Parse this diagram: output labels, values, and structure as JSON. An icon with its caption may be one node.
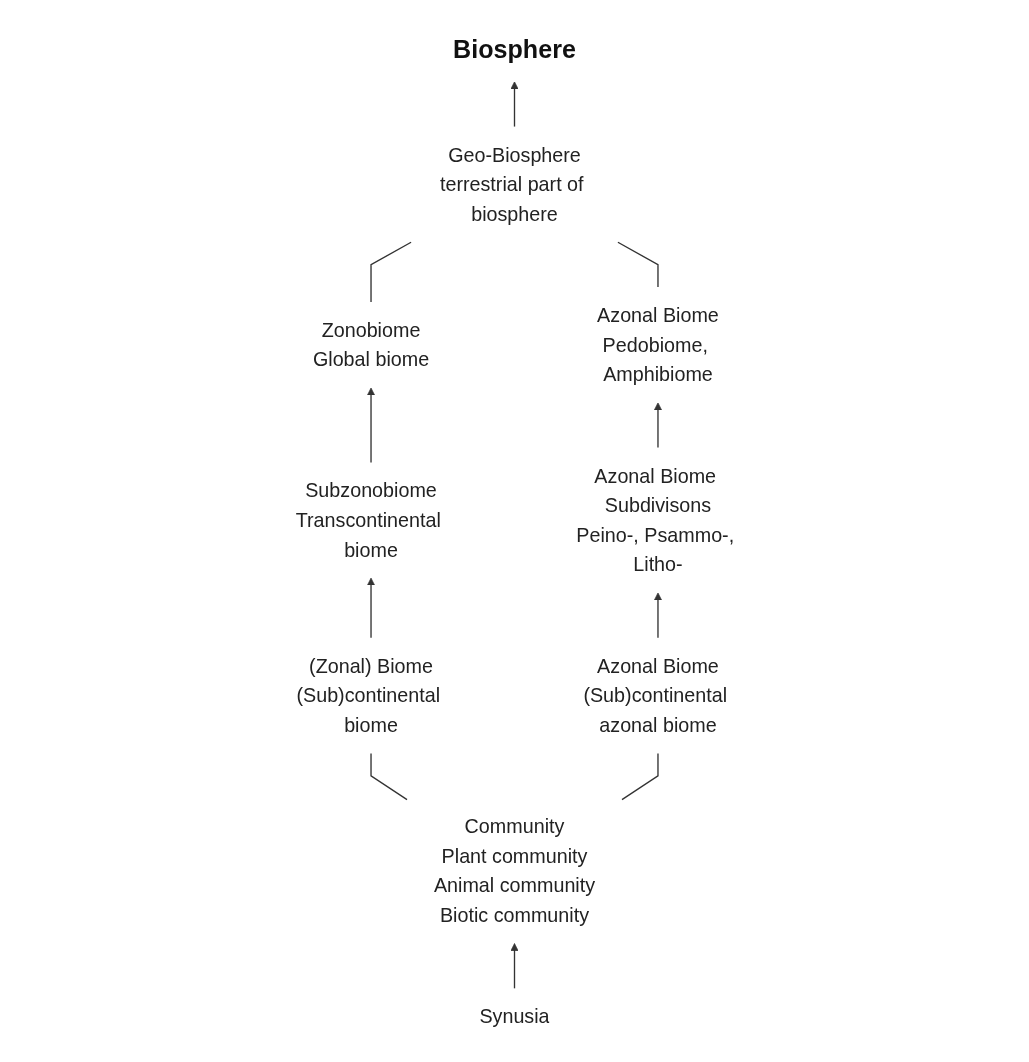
{
  "diagram": {
    "nodes": [
      {
        "text": [
          "Biosphere"
        ]
      },
      {
        "text": [
          "Geo-Biosphere",
          "terrestrial part of biosphere"
        ]
      },
      {
        "text": [
          "Zonobiome",
          "Global biome"
        ]
      },
      {
        "text": [
          "Azonal Biome",
          "Pedobiome, Amphibiome"
        ]
      },
      {
        "text": [
          "Subzonobiome",
          "Transcontinental biome"
        ]
      },
      {
        "text": [
          "Azonal Biome Subdivisons",
          "Peino-, Psammo-, Litho-"
        ]
      },
      {
        "text": [
          "(Zonal) Biome",
          "(Sub)continental biome"
        ]
      },
      {
        "text": [
          "Azonal Biome",
          "(Sub)continental azonal biome"
        ]
      },
      {
        "text": [
          "Community",
          "Plant community",
          "Animal community",
          "Biotic community"
        ]
      },
      {
        "text": [
          "Synusia"
        ]
      }
    ],
    "edges": [
      {
        "from": 1,
        "to": 0,
        "arrow": "to"
      },
      {
        "from": 2,
        "to": 1,
        "arrow": "none"
      },
      {
        "from": 3,
        "to": 1,
        "arrow": "none"
      },
      {
        "from": 4,
        "to": 2,
        "arrow": "to"
      },
      {
        "from": 5,
        "to": 3,
        "arrow": "to"
      },
      {
        "from": 6,
        "to": 4,
        "arrow": "to"
      },
      {
        "from": 7,
        "to": 5,
        "arrow": "to"
      },
      {
        "from": 8,
        "to": 6,
        "arrow": "none"
      },
      {
        "from": 8,
        "to": 7,
        "arrow": "none"
      },
      {
        "from": 9,
        "to": 8,
        "arrow": "to"
      }
    ]
  }
}
